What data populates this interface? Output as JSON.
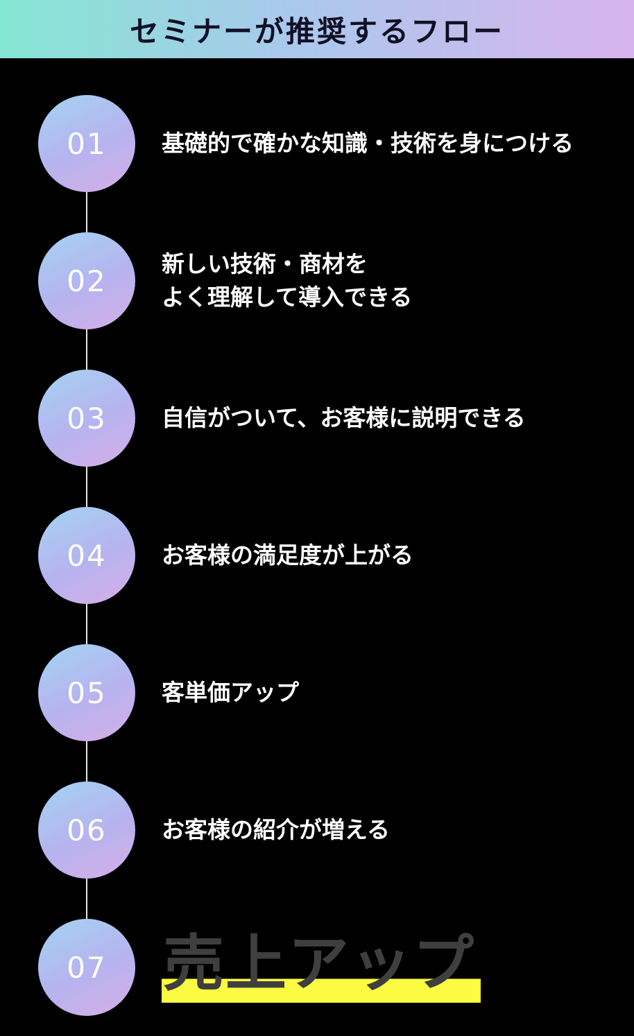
{
  "header": {
    "title": "セミナーが推奨するフロー"
  },
  "flow": {
    "steps": [
      {
        "number": "01",
        "label": "基礎的で確かな知識・技術を身につける"
      },
      {
        "number": "02",
        "label": "新しい技術・商材を\nよく理解して導入できる"
      },
      {
        "number": "03",
        "label": "自信がついて、お客様に説明できる"
      },
      {
        "number": "04",
        "label": "お客様の満足度が上がる"
      },
      {
        "number": "05",
        "label": "客単価アップ"
      },
      {
        "number": "06",
        "label": "お客様の紹介が増える"
      },
      {
        "number": "07",
        "label": "売上アップ",
        "emphasis": true
      }
    ]
  },
  "colors": {
    "background": "#000000",
    "header-gradient-start": "#85e6d2",
    "header-gradient-mid": "#a9c9ec",
    "header-gradient-end": "#d9b4ec",
    "header-text": "#101024",
    "circle-gradient-start": "#a3d3f2",
    "circle-gradient-mid": "#b7b3ef",
    "circle-gradient-end": "#d6aee6",
    "step-number-text": "#ffffff",
    "step-label-text": "#ffffff",
    "connector-line": "#e8e8e8",
    "final-step-text": "#3f3f3f",
    "highlight-yellow": "#fbfb42"
  }
}
